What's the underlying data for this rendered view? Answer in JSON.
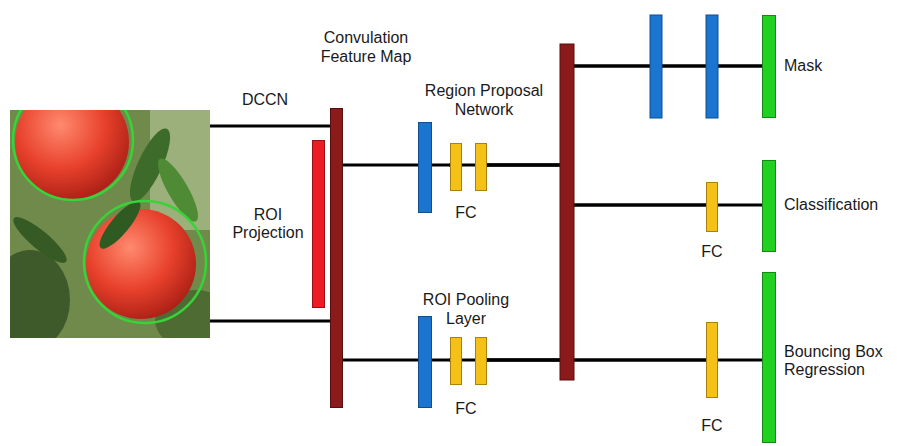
{
  "diagram": {
    "nodes": [
      {
        "text": [
          "Convulation Feature Map"
        ]
      },
      {
        "text": [
          "ROI Projection"
        ]
      },
      {
        "text": [
          "Region Proposal Network"
        ]
      },
      {
        "text": [
          "FC"
        ]
      },
      {
        "text": [
          "ROI Pooling Layer"
        ]
      },
      {
        "text": [
          "FC"
        ]
      },
      {
        "text": [
          "Mask"
        ]
      },
      {
        "text": [
          "FC"
        ]
      },
      {
        "text": [
          "Classification"
        ]
      },
      {
        "text": [
          "FC"
        ]
      },
      {
        "text": [
          "Bouncing Box Regression"
        ]
      }
    ],
    "edges": [
      {
        "from": 0,
        "to": 2,
        "arrow": "none"
      },
      {
        "from": 2,
        "to": 3,
        "arrow": "none"
      },
      {
        "from": 0,
        "to": 4,
        "arrow": "none"
      },
      {
        "from": 4,
        "to": 5,
        "arrow": "none"
      },
      {
        "from": 3,
        "to": 6,
        "arrow": "none"
      },
      {
        "from": 3,
        "to": 7,
        "arrow": "none"
      },
      {
        "from": 3,
        "to": 9,
        "arrow": "none"
      },
      {
        "from": 5,
        "to": 6,
        "arrow": "none"
      },
      {
        "from": 5,
        "to": 7,
        "arrow": "none"
      },
      {
        "from": 5,
        "to": 9,
        "arrow": "none"
      },
      {
        "from": 7,
        "to": 8,
        "arrow": "none"
      },
      {
        "from": 9,
        "to": 10,
        "arrow": "none"
      }
    ],
    "labels": [
      "DCCN"
    ]
  }
}
